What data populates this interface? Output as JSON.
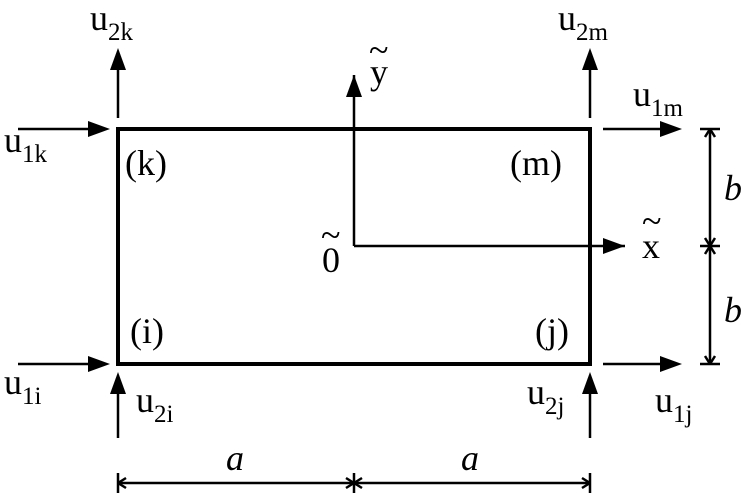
{
  "labels": {
    "u2k": {
      "main": "u",
      "sub": "2k"
    },
    "u1k": {
      "main": "u",
      "sub": "1k"
    },
    "u2m": {
      "main": "u",
      "sub": "2m"
    },
    "u1m": {
      "main": "u",
      "sub": "1m"
    },
    "u1i": {
      "main": "u",
      "sub": "1i"
    },
    "u2i": {
      "main": "u",
      "sub": "2i"
    },
    "u2j": {
      "main": "u",
      "sub": "2j"
    },
    "u1j": {
      "main": "u",
      "sub": "1j"
    },
    "node_k": "(k)",
    "node_m": "(m)",
    "node_i": "(i)",
    "node_j": "(j)",
    "axis_y": "y",
    "axis_x": "x",
    "origin": "0",
    "tilde": "~",
    "dim_a": "a",
    "dim_b": "b"
  },
  "colors": {
    "stroke": "#000000",
    "background": "#ffffff"
  }
}
